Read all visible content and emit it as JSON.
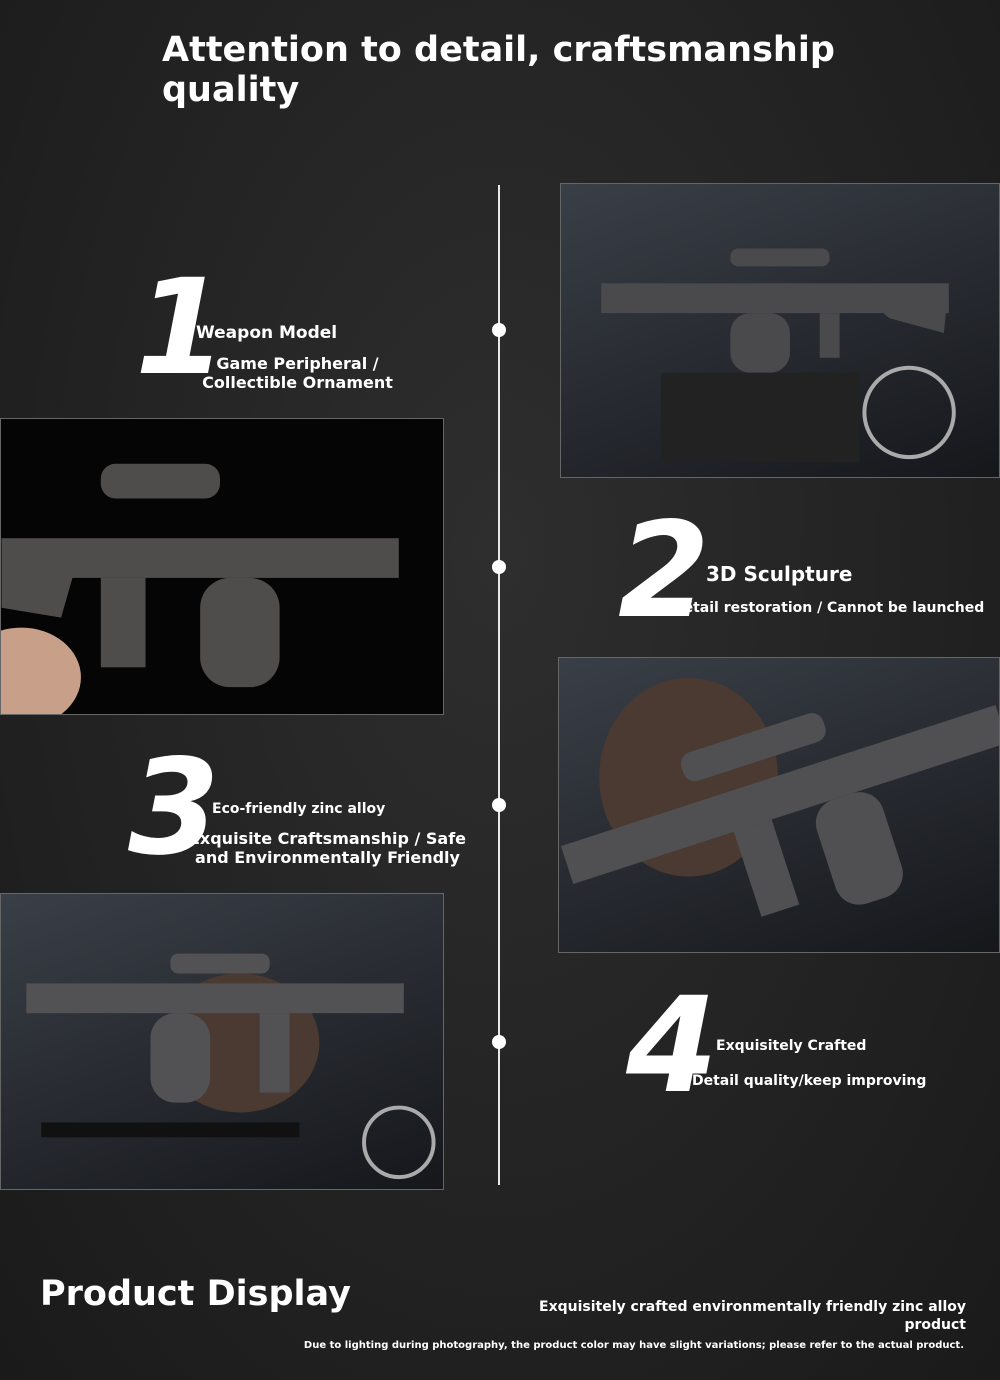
{
  "title": "Attention to detail, craftsmanship quality",
  "features": [
    {
      "number": "1",
      "heading": "Weapon Model",
      "subtitle": "Game Peripheral / Collectible Ornament"
    },
    {
      "number": "2",
      "heading": "3D Sculpture",
      "subtitle": "Detail restoration / Cannot be launched"
    },
    {
      "number": "3",
      "heading": "Eco-friendly zinc alloy",
      "subtitle": "Exquisite Craftsmanship / Safe and Environmentally Friendly"
    },
    {
      "number": "4",
      "heading": "Exquisitely Crafted",
      "subtitle": "Detail quality/keep improving"
    }
  ],
  "footer": {
    "heading": "Product Display",
    "tagline": "Exquisitely crafted environmentally friendly zinc alloy product",
    "disclaimer": "Due to lighting during photography, the product color may have slight variations; please refer to the actual product."
  }
}
